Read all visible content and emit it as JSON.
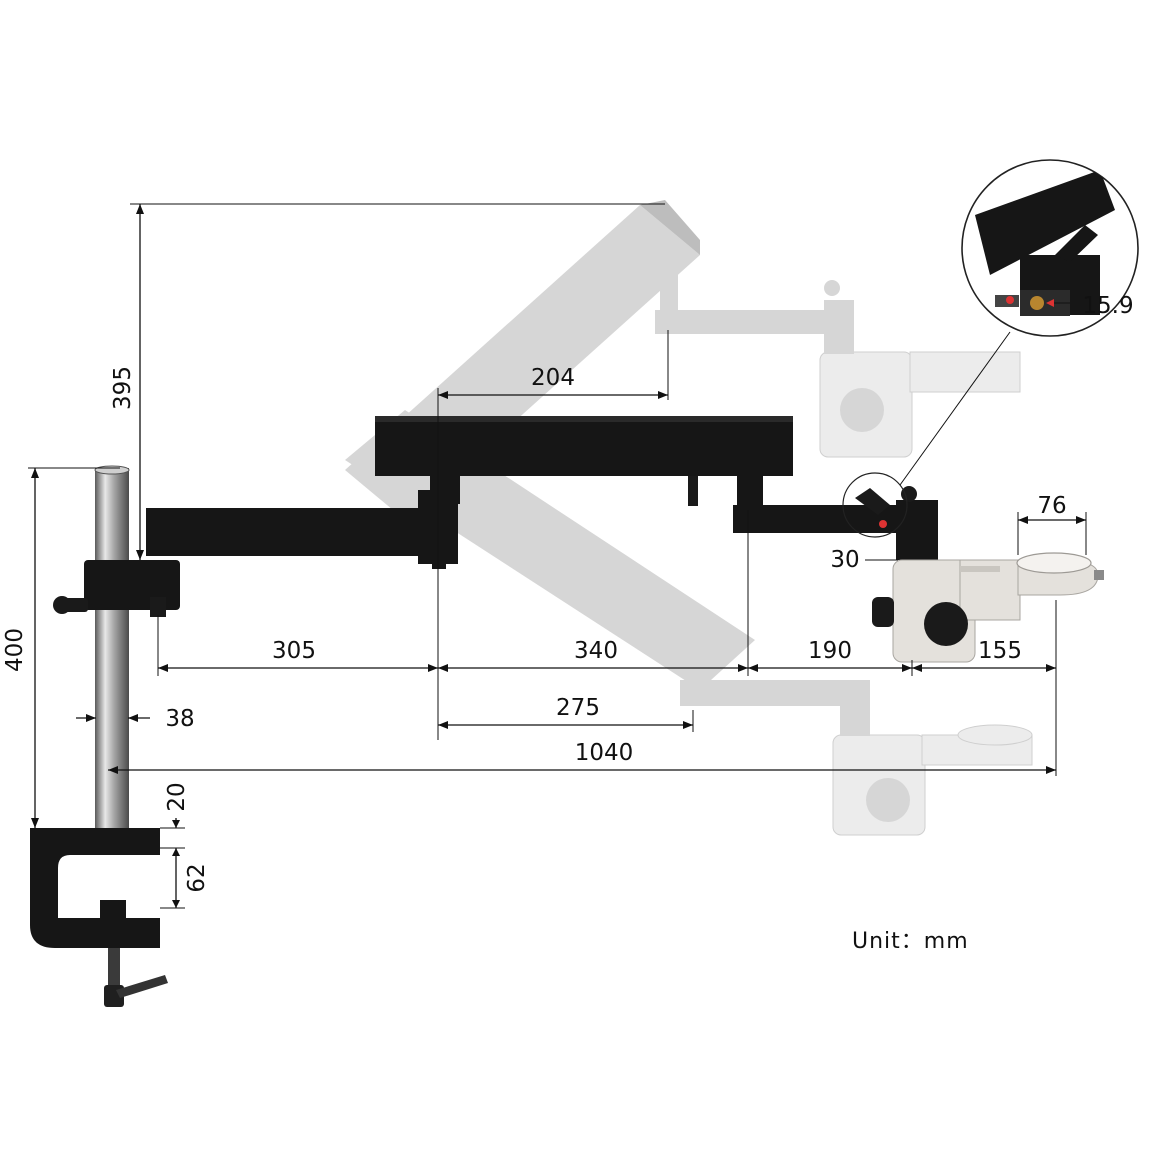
{
  "dimensions": {
    "d395": "395",
    "d400": "400",
    "d204": "204",
    "d305": "305",
    "d340": "340",
    "d190": "190",
    "d155": "155",
    "d76": "76",
    "d30": "30",
    "d275": "275",
    "d1040": "1040",
    "d38": "38",
    "d20": "20",
    "d62": "62",
    "d15_9": "15.9"
  },
  "unit_label": "Unit：mm",
  "colors": {
    "arm": "#161616",
    "ghost": "#d6d6d6",
    "holder": "#e4e1dc",
    "pole": "#9a9a9a",
    "line": "#111111"
  }
}
